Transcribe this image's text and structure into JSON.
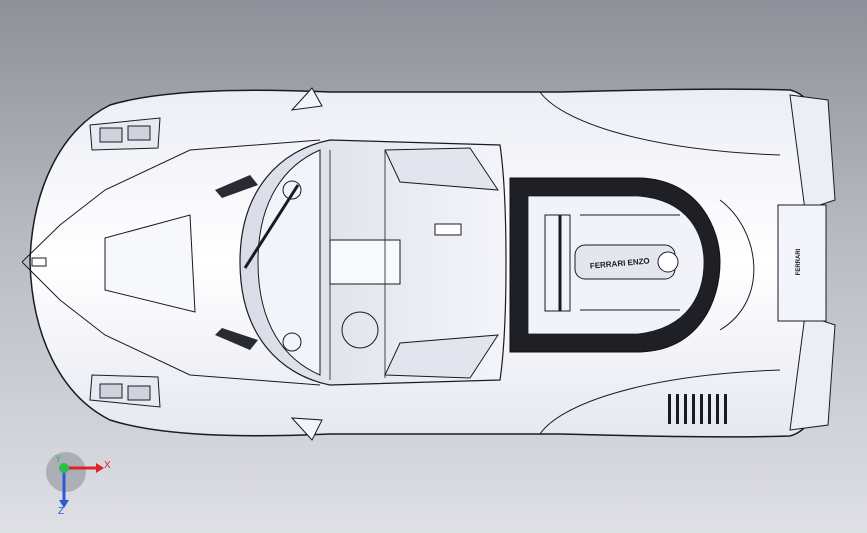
{
  "view": {
    "model_subject": "car-top-view",
    "background_gradient": [
      "#8e9099",
      "#b9bbc3",
      "#dfe0e5"
    ]
  },
  "badges": {
    "rear_badge": "FERRARI",
    "engine_cover_script": "FERRARI ENZO"
  },
  "triad": {
    "x_label": "X",
    "y_label": "Y",
    "z_label": "Z",
    "x_color": "#e0202a",
    "y_color": "#2cc04a",
    "z_color": "#2a5ad6"
  }
}
